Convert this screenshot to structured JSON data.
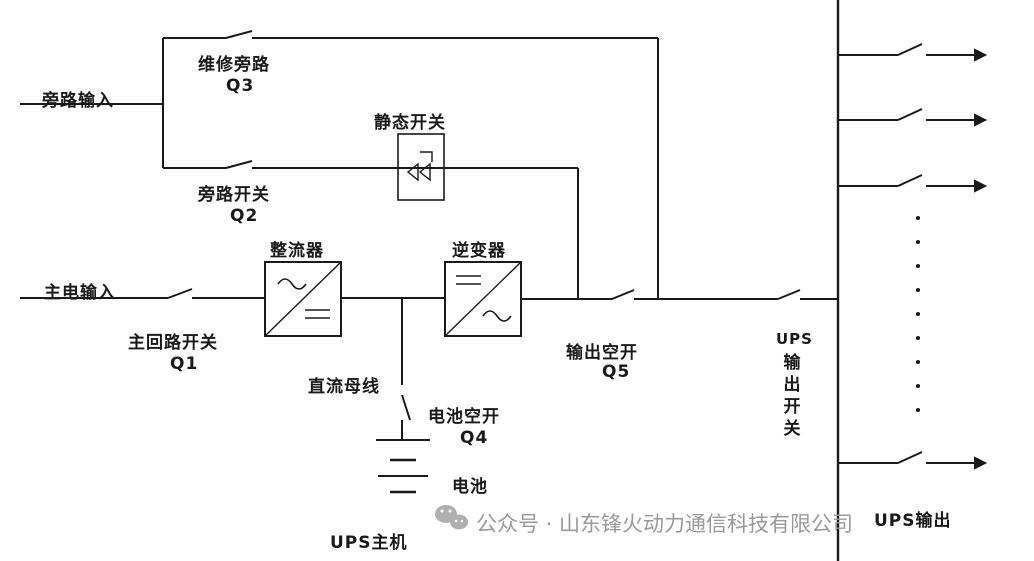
{
  "labels": {
    "bypass_input": "旁路输入",
    "maintenance_bypass": "维修旁路",
    "q3": "Q3",
    "static_switch": "静态开关",
    "bypass_switch": "旁路开关",
    "q2": "Q2",
    "rectifier": "整流器",
    "inverter": "逆变器",
    "main_input": "主电输入",
    "main_loop_switch": "主回路开关",
    "q1": "Q1",
    "dc_bus": "直流母线",
    "output_breaker": "输出空开",
    "q5": "Q5",
    "battery_breaker": "电池空开",
    "q4": "Q4",
    "battery": "电池",
    "ups_host": "UPS主机",
    "ups_output_switch_line1": "UPS",
    "ups_output_switch_line2": "输出开关",
    "ups_output": "UPS输出"
  },
  "watermark": {
    "text": "公众号 · 山东锋火动力通信科技有限公司",
    "icon": "wechat-icon"
  },
  "colors": {
    "line": "#1a1a1a",
    "watermark": "#9a9a9a"
  }
}
